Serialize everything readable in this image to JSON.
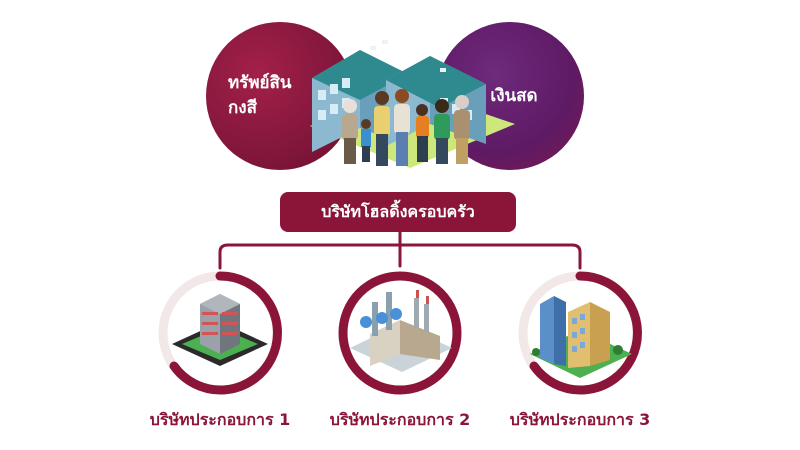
{
  "owner_assets": {
    "land_label_line1": "ทรัพย์สิน",
    "land_label_line2": "กงสี",
    "cash_label": "เงินสด"
  },
  "holding_company": {
    "label": "บริษัทโฮลดิ้งครอบครัว"
  },
  "companies": [
    {
      "label": "บริษัทประกอบการ 1",
      "icon": "office-tower-icon"
    },
    {
      "label": "บริษัทประกอบการ  2",
      "icon": "factory-icon"
    },
    {
      "label": "บริษัทประกอบการ  3",
      "icon": "city-buildings-icon"
    }
  ],
  "colors": {
    "primary": "#8b1538",
    "purple": "#5e1a64",
    "ring_light": "#f2e8e8"
  }
}
